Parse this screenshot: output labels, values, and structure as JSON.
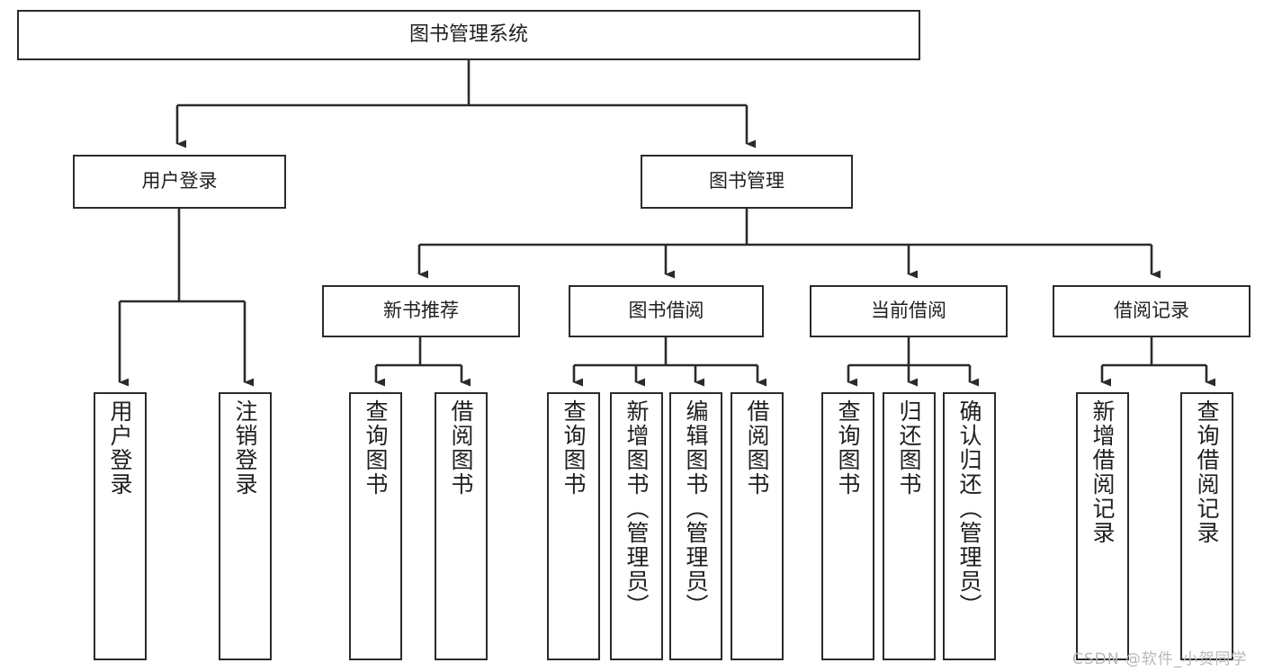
{
  "diagram": {
    "title": "图书管理系统",
    "watermark": "CSDN @软件_小贺同学",
    "line_color": "#2b2b2b",
    "text_color": "#1f1f1f",
    "background": "#ffffff"
  },
  "nodes": {
    "root": {
      "label": "图书管理系统"
    },
    "level2": [
      {
        "id": "user-login",
        "label": "用户登录"
      },
      {
        "id": "book-management",
        "label": "图书管理"
      }
    ],
    "level3": [
      {
        "id": "new-book-recommend",
        "label": "新书推荐"
      },
      {
        "id": "book-borrow",
        "label": "图书借阅"
      },
      {
        "id": "current-borrow",
        "label": "当前借阅"
      },
      {
        "id": "borrow-record",
        "label": "借阅记录"
      }
    ],
    "leaves": {
      "user-login": [
        {
          "id": "leaf-user-login",
          "label": "用户登录"
        },
        {
          "id": "leaf-logout",
          "label": "注销登录"
        }
      ],
      "new-book-recommend": [
        {
          "id": "leaf-query-books-1",
          "label": "查询图书"
        },
        {
          "id": "leaf-borrow-books-1",
          "label": "借阅图书"
        }
      ],
      "book-borrow": [
        {
          "id": "leaf-query-books-2",
          "label": "查询图书"
        },
        {
          "id": "leaf-add-book",
          "label": "新增图书（管理员）"
        },
        {
          "id": "leaf-edit-book",
          "label": "编辑图书（管理员）"
        },
        {
          "id": "leaf-borrow-books-2",
          "label": "借阅图书"
        }
      ],
      "current-borrow": [
        {
          "id": "leaf-query-books-3",
          "label": "查询图书"
        },
        {
          "id": "leaf-return-book",
          "label": "归还图书"
        },
        {
          "id": "leaf-confirm-return",
          "label": "确认归还（管理员）"
        }
      ],
      "borrow-record": [
        {
          "id": "leaf-add-record",
          "label": "新增借阅记录"
        },
        {
          "id": "leaf-query-record",
          "label": "查询借阅记录"
        }
      ]
    }
  }
}
